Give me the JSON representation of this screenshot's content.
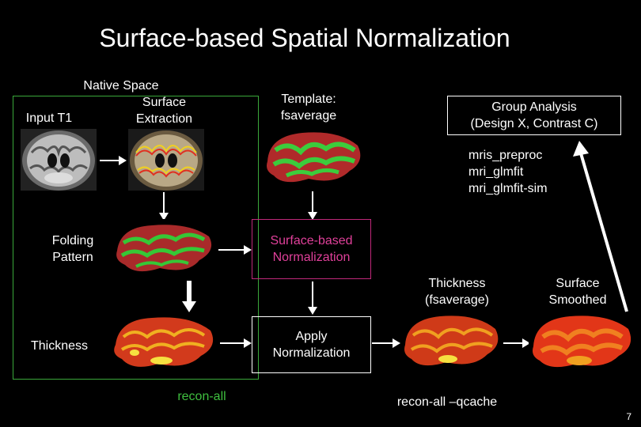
{
  "title": "Surface-based Spatial Normalization",
  "labels": {
    "native_space": "Native Space",
    "input_t1": "Input T1",
    "surface_extraction": "Surface\nExtraction",
    "template": "Template:\nfsaverage",
    "group_analysis": "Group Analysis\n(Design X, Contrast C)",
    "mris_cmds": "mris_preproc\nmri_glmfit\nmri_glmfit-sim",
    "folding_pattern": "Folding\nPattern",
    "surface_based_normalization": "Surface-based\nNormalization",
    "thickness_fsaverage": "Thickness\n(fsaverage)",
    "surface_smoothed": "Surface\nSmoothed",
    "thickness": "Thickness",
    "apply_normalization": "Apply\nNormalization",
    "recon_all": "recon-all",
    "recon_all_qcache": "recon-all –qcache"
  },
  "page_number": "7",
  "colors": {
    "background": "#000000",
    "native_box": "#3aa83a",
    "normalization_box": "#c0287a",
    "normalization_text": "#e0409a",
    "recon_all_text": "#3fbf3f",
    "box_border": "#ffffff"
  }
}
